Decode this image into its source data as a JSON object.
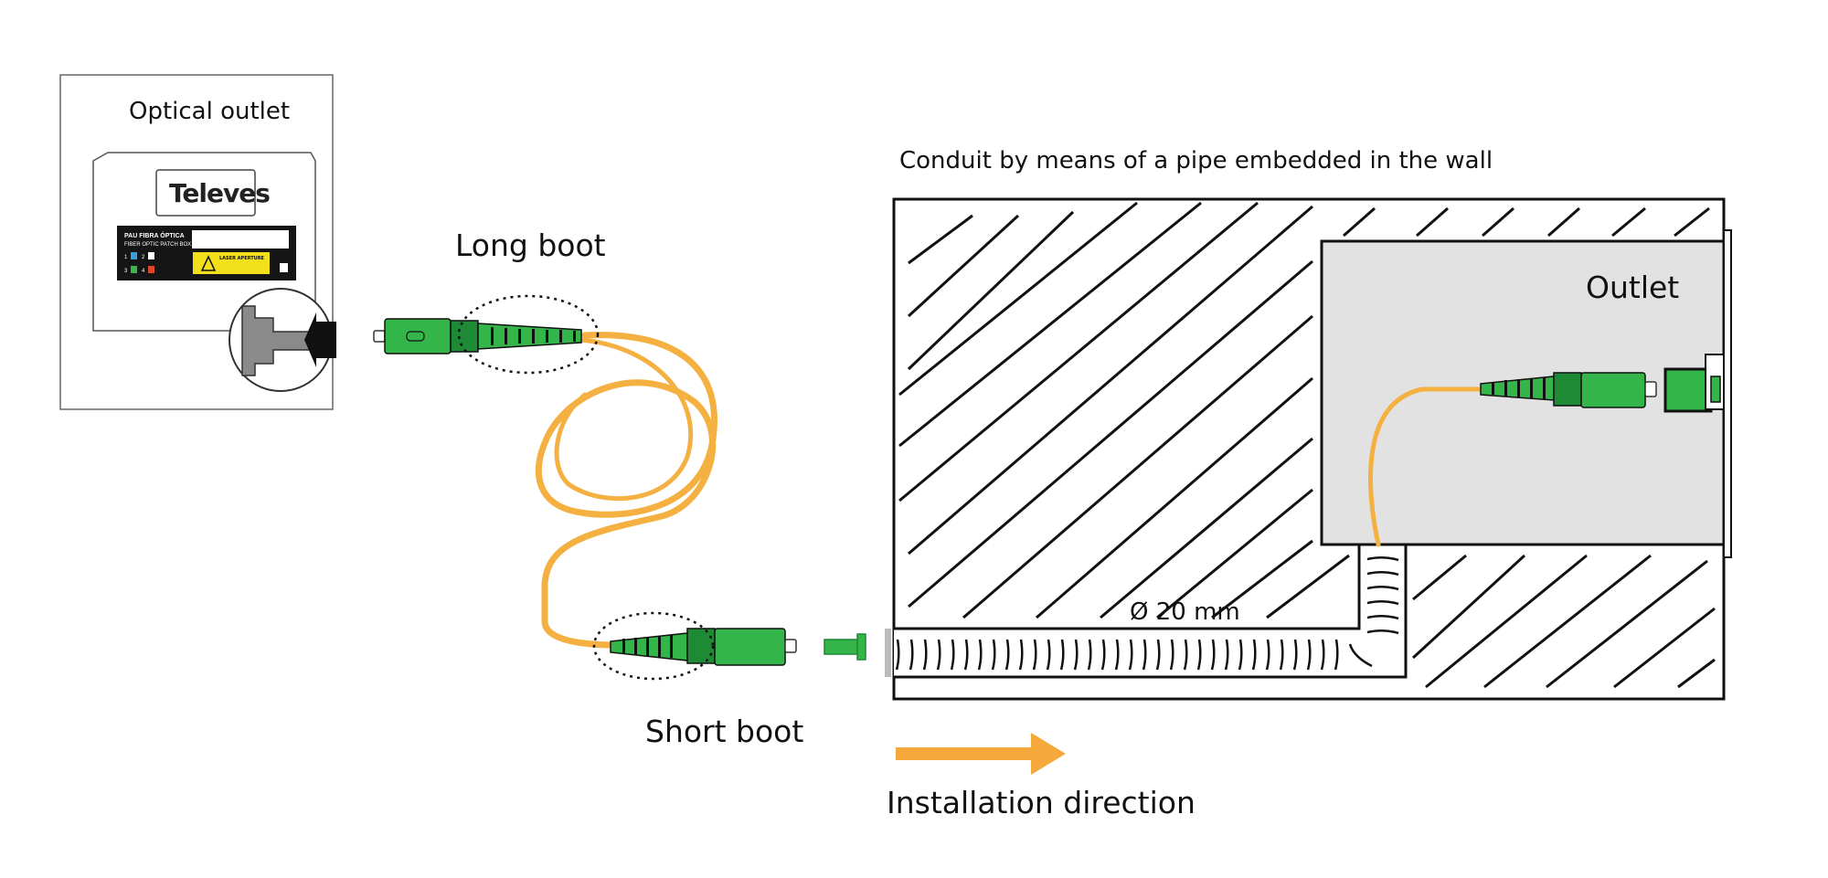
{
  "outlet_panel": {
    "title": "Optical outlet",
    "brand": "Televes",
    "plate_line1": "PAU FIBRA ÓPTICA",
    "plate_line2": "FIBER OPTIC PATCH BOX",
    "port_labels": [
      "1",
      "2",
      "3",
      "4"
    ],
    "laser_warning": "LASER APERTURE"
  },
  "boots": {
    "long_boot_label": "Long boot",
    "short_boot_label": "Short boot"
  },
  "wall": {
    "title": "Conduit by means of a pipe embedded in the wall",
    "outlet_label": "Outlet",
    "pipe_diameter_label": "Ø 20 mm"
  },
  "direction": {
    "label": "Installation direction"
  },
  "colors": {
    "connector_green": "#33b549",
    "connector_dark_green": "#1e8a35",
    "cable_orange": "#f5b042",
    "arrow_orange": "#f5a93a",
    "outlet_grey": "#e2e2e2",
    "outline": "#111111"
  }
}
